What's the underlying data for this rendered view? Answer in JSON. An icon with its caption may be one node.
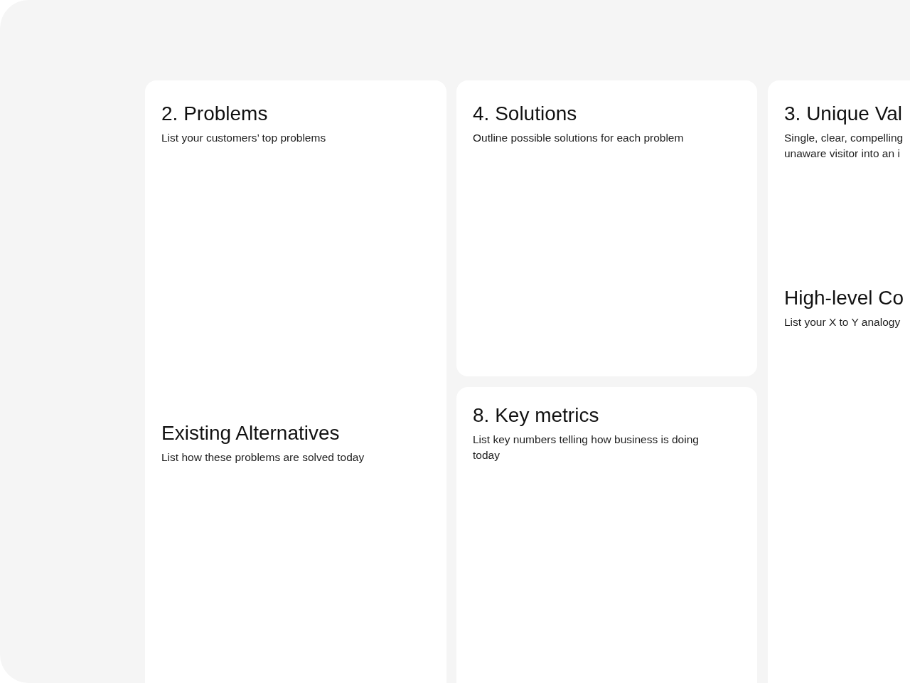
{
  "diagram": {
    "nodes": [
      {
        "text": [
          "2. Problems",
          "List your customers’ top problems",
          "Existing Alternatives",
          "List how these problems are solved today"
        ]
      },
      {
        "text": [
          "4. Solutions",
          "Outline possible solutions for each problem"
        ]
      },
      {
        "text": [
          "8. Key metrics",
          "List key numbers telling how business is doing today"
        ]
      },
      {
        "text": [
          "3. Unique Val",
          "Single, clear, compelling unaware visitor into an i",
          "High-level Co",
          "List your X to Y analogy"
        ]
      }
    ]
  }
}
